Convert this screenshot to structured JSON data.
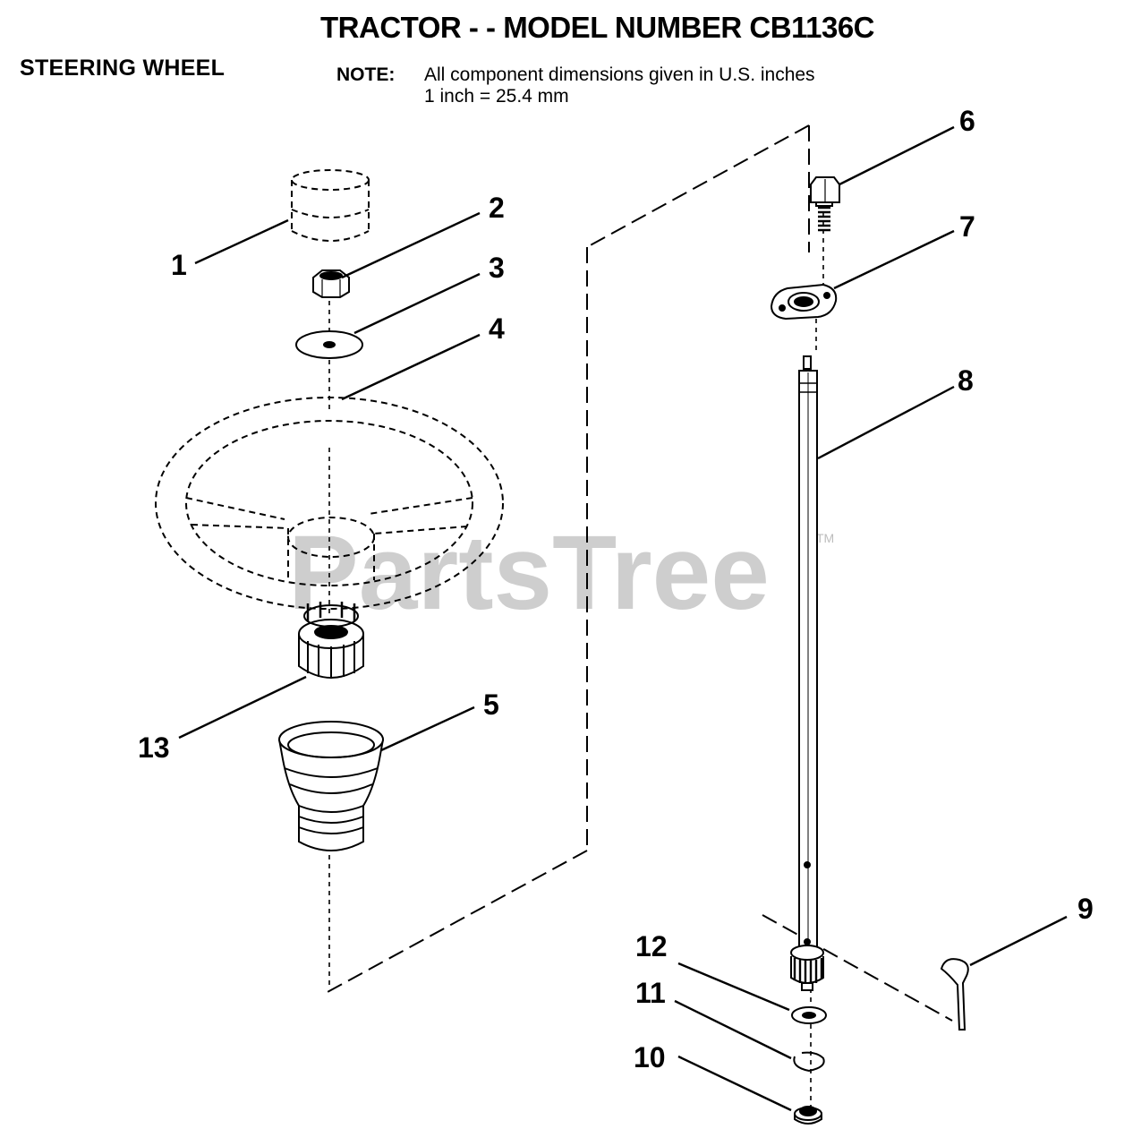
{
  "header": {
    "title": "TRACTOR - - MODEL NUMBER CB1136C",
    "section": "STEERING WHEEL",
    "note_label": "NOTE:",
    "note_line1": "All component dimensions given in U.S. inches",
    "note_line2": "1 inch = 25.4 mm"
  },
  "watermark": {
    "text": "PartsTree",
    "tm": "TM"
  },
  "callouts": [
    "1",
    "2",
    "3",
    "4",
    "5",
    "6",
    "7",
    "8",
    "9",
    "10",
    "11",
    "12",
    "13"
  ]
}
